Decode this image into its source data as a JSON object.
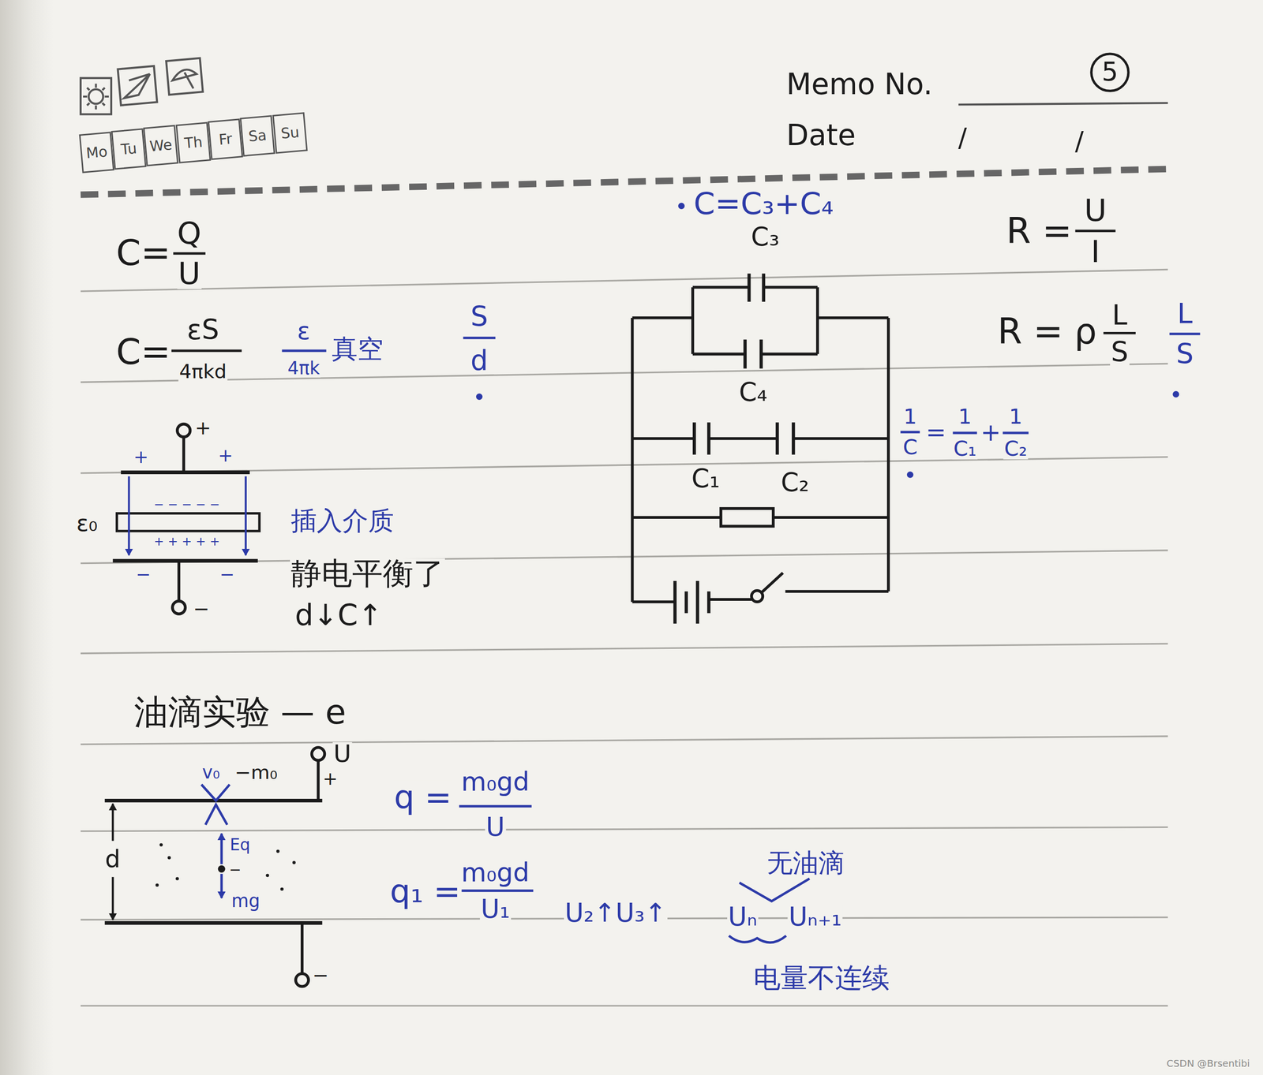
{
  "diagram": {
    "nodes": [
      {
        "text": [
          "Mo"
        ]
      },
      {
        "text": [
          "Tu"
        ]
      },
      {
        "text": [
          "We"
        ]
      },
      {
        "text": [
          "Th"
        ]
      },
      {
        "text": [
          "Fr"
        ]
      },
      {
        "text": [
          "Sa"
        ]
      },
      {
        "text": [
          "Su"
        ]
      }
    ],
    "labels": [
      "Memo No.",
      "5",
      "Date",
      "/",
      "/",
      "C=",
      "Q",
      "U",
      "C=",
      "εS",
      "4πkd",
      "ε",
      "4πk",
      "真空",
      "S",
      "d",
      "ε₀",
      "+",
      "−",
      "插入介质",
      "静电平衡了",
      "d↓C↑",
      "油滴实验 — e",
      "v₀",
      "−m₀",
      "U",
      "+",
      "d",
      "Eq",
      "mg",
      "−",
      "q =",
      "m₀gd",
      "U",
      "q₁ =",
      "m₀gd",
      "U₁",
      "U₂↑U₃↑",
      "无油滴",
      "Uₙ",
      "Uₙ₊₁",
      "电量不连续",
      "C=C₃+C₄",
      "C₃",
      "C₄",
      "C₁",
      "C₂",
      "1",
      "C",
      "=",
      "1",
      "C₁",
      "+",
      "1",
      "C₂",
      "R =",
      "U",
      "I",
      "R = ρ",
      "L",
      "S",
      "L",
      "S",
      "CSDN @Brsentibi",
      "+",
      "+",
      "−",
      "−",
      "− − − − −",
      "+ + + + +",
      "−"
    ]
  }
}
